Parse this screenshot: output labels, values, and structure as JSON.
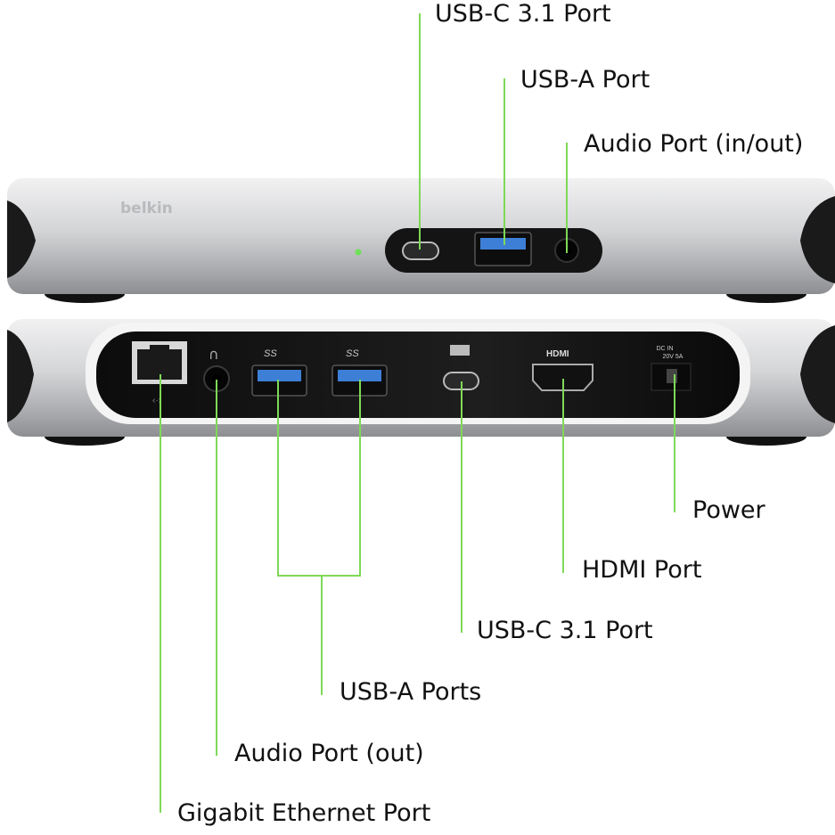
{
  "colors": {
    "callout_line": "#7ed957",
    "body": "#c9cacc",
    "panel": "#161616",
    "usb_blue": "#3d7fd6",
    "led": "#6ee05a"
  },
  "device_markings": {
    "brand": "belkin",
    "hdmi": "HDMI",
    "dc_in_1": "DC IN",
    "dc_in_2": "20V 5A",
    "ss_1": "SS",
    "ss_2": "SS"
  },
  "front_labels": [
    {
      "text": "USB-C 3.1 Port"
    },
    {
      "text": "USB-A Port"
    },
    {
      "text": "Audio Port (in/out)"
    }
  ],
  "rear_labels": [
    {
      "text": "Power"
    },
    {
      "text": "HDMI Port"
    },
    {
      "text": "USB-C 3.1 Port"
    },
    {
      "text": "USB-A Ports"
    },
    {
      "text": "Audio Port (out)"
    },
    {
      "text": "Gigabit Ethernet Port"
    }
  ]
}
